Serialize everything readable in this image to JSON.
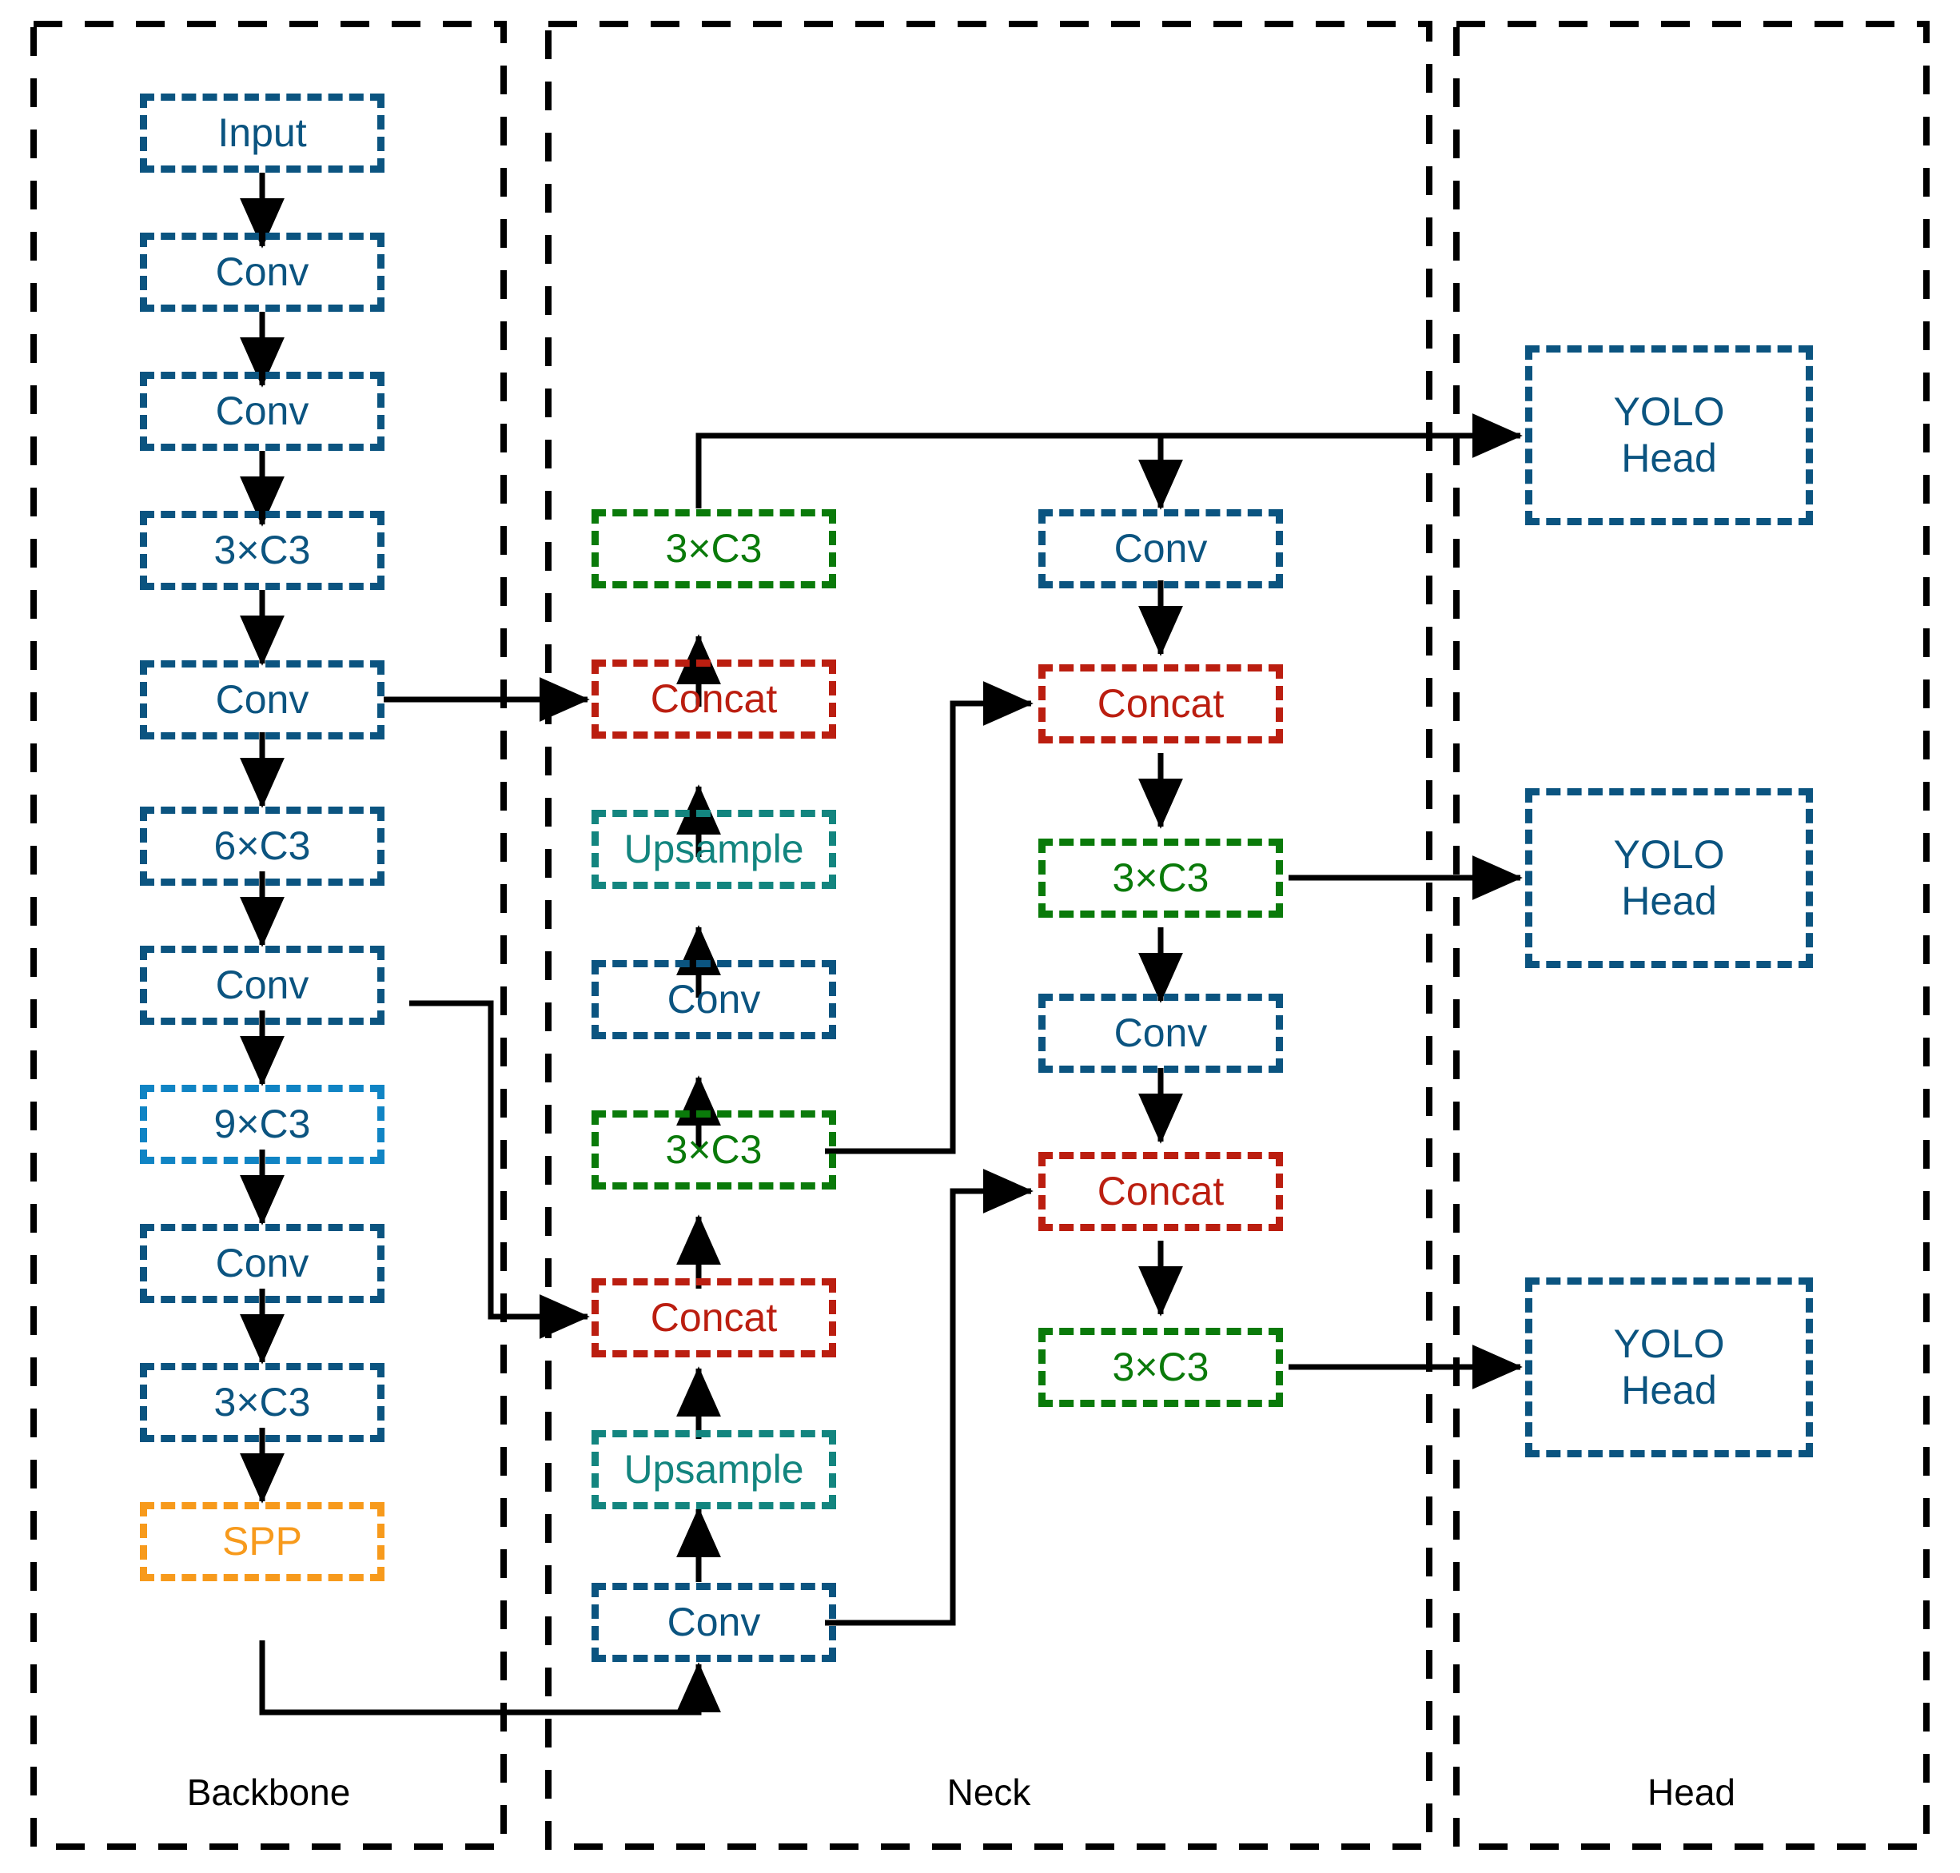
{
  "diagram": {
    "title": "YOLOv5 network architecture block diagram",
    "sections": [
      {
        "id": "backbone",
        "label": "Backbone"
      },
      {
        "id": "neck",
        "label": "Neck"
      },
      {
        "id": "head",
        "label": "Head"
      }
    ],
    "colors": {
      "conv_blue": "#0b5480",
      "c3_light_blue": "#1084c4",
      "c3_green": "#0a7a0a",
      "concat_red": "#bb1e10",
      "upsample_teal": "#13857f",
      "spp_orange": "#f79a1c",
      "arrow_black": "#000000",
      "section_border": "#000000",
      "background": "#ffffff"
    },
    "backbone_nodes": [
      {
        "label": "Input",
        "color": "conv_blue"
      },
      {
        "label": "Conv",
        "color": "conv_blue"
      },
      {
        "label": "Conv",
        "color": "conv_blue"
      },
      {
        "label": "3×C3",
        "color": "conv_blue"
      },
      {
        "label": "Conv",
        "color": "conv_blue"
      },
      {
        "label": "6×C3",
        "color": "conv_blue"
      },
      {
        "label": "Conv",
        "color": "conv_blue"
      },
      {
        "label": "9×C3",
        "color": "c3_light_blue"
      },
      {
        "label": "Conv",
        "color": "conv_blue"
      },
      {
        "label": "3×C3",
        "color": "conv_blue"
      },
      {
        "label": "SPP",
        "color": "spp_orange"
      }
    ],
    "neck_left_nodes": [
      {
        "label": "3×C3",
        "color": "c3_green"
      },
      {
        "label": "Concat",
        "color": "concat_red"
      },
      {
        "label": "Upsample",
        "color": "upsample_teal"
      },
      {
        "label": "Conv",
        "color": "conv_blue"
      },
      {
        "label": "3×C3",
        "color": "c3_green"
      },
      {
        "label": "Concat",
        "color": "concat_red"
      },
      {
        "label": "Upsample",
        "color": "upsample_teal"
      },
      {
        "label": "Conv",
        "color": "conv_blue"
      }
    ],
    "neck_right_nodes": [
      {
        "label": "Conv",
        "color": "conv_blue"
      },
      {
        "label": "Concat",
        "color": "concat_red"
      },
      {
        "label": "3×C3",
        "color": "c3_green"
      },
      {
        "label": "Conv",
        "color": "conv_blue"
      },
      {
        "label": "Concat",
        "color": "concat_red"
      },
      {
        "label": "3×C3",
        "color": "c3_green"
      }
    ],
    "head_nodes": [
      {
        "line1": "YOLO",
        "line2": "Head",
        "color": "conv_blue"
      },
      {
        "line1": "YOLO",
        "line2": "Head",
        "color": "conv_blue"
      },
      {
        "line1": "YOLO",
        "line2": "Head",
        "color": "conv_blue"
      }
    ]
  }
}
